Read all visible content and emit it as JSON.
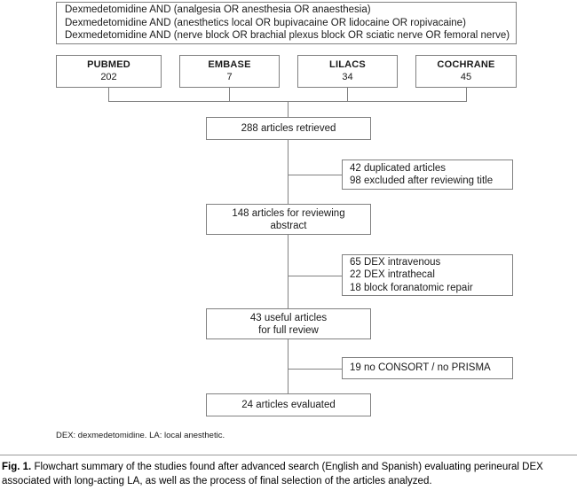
{
  "query_box": {
    "lines": [
      "Dexmedetomidine AND (analgesia OR anesthesia OR anaesthesia)",
      "Dexmedetomidine AND (anesthetics local OR bupivacaine OR lidocaine OR ropivacaine)",
      "Dexmedetomidine AND (nerve block OR brachial plexus block OR sciatic nerve OR femoral nerve)"
    ]
  },
  "databases": [
    {
      "name": "PUBMED",
      "count": "202"
    },
    {
      "name": "EMBASE",
      "count": "7"
    },
    {
      "name": "LILACS",
      "count": "34"
    },
    {
      "name": "COCHRANE",
      "count": "45"
    }
  ],
  "flow": {
    "retrieved": {
      "lines": [
        "288 articles retrieved"
      ]
    },
    "abstract": {
      "lines": [
        "148 articles for reviewing",
        "abstract"
      ]
    },
    "useful": {
      "lines": [
        "43 useful articles",
        "for full review"
      ]
    },
    "evaluated": {
      "lines": [
        "24 articles evaluated"
      ]
    }
  },
  "callouts": {
    "duplicated": {
      "lines": [
        "42 duplicated articles",
        "98 excluded after reviewing title"
      ]
    },
    "dex_breakdown": {
      "lines": [
        "65 DEX intravenous",
        "22 DEX intrathecal",
        "18 block foranatomic repair"
      ]
    },
    "consort": {
      "lines": [
        "19 no CONSORT / no PRISMA"
      ]
    }
  },
  "footnote": "DEX: dexmedetomidine. LA: local anesthetic.",
  "caption": {
    "label": "Fig. 1.",
    "text": "Flowchart summary of the studies found after advanced search (English and Spanish) evaluating perineural DEX associated with long-acting LA, as well as the process of final selection of the articles analyzed."
  },
  "colors": {
    "border": "#808080",
    "text": "#1a1a1a",
    "background": "#ffffff"
  }
}
